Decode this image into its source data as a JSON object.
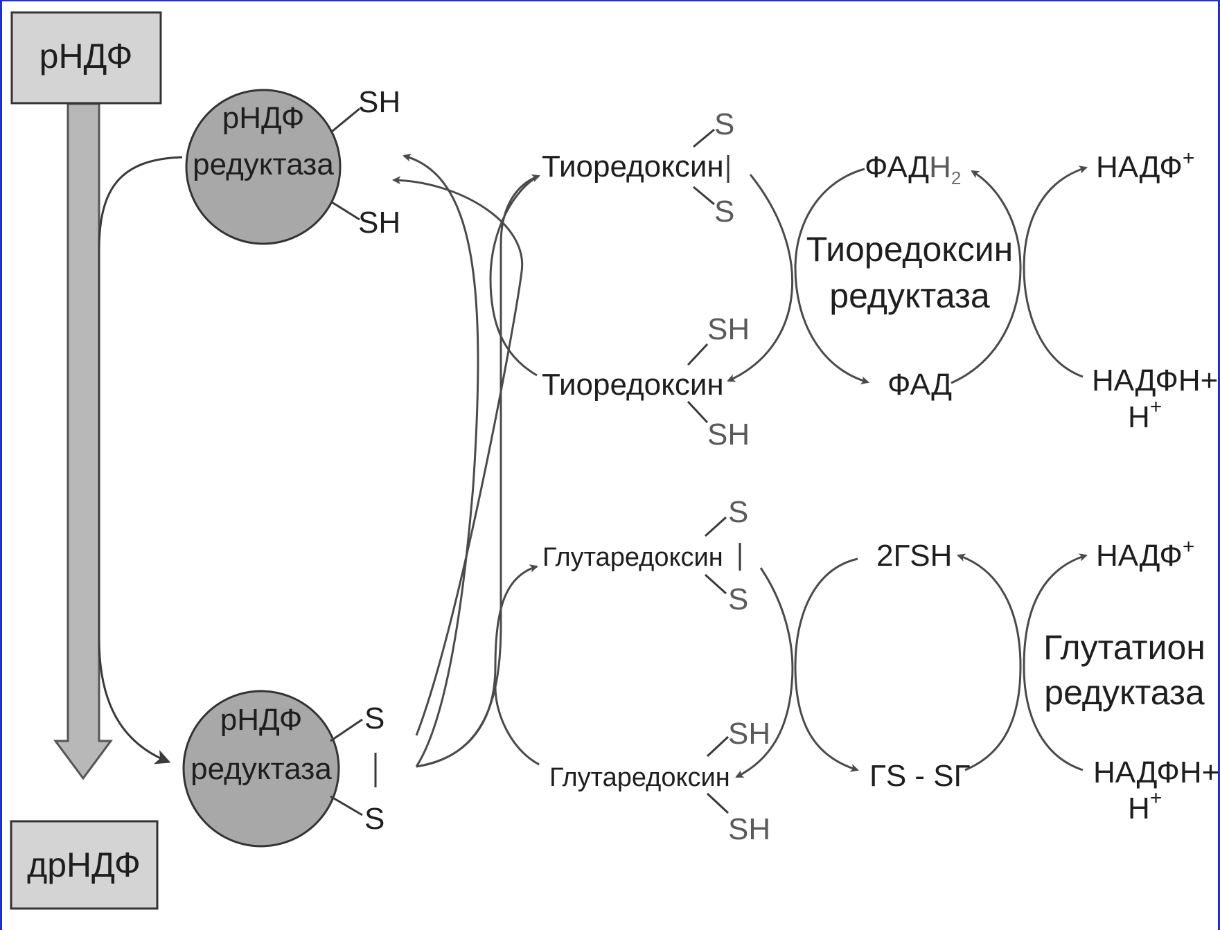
{
  "substrate_box": {
    "label": "рНДФ"
  },
  "product_box": {
    "label": "дрНДФ"
  },
  "enzyme_top": {
    "line1": "рНДФ",
    "line2": "редуктаза",
    "group_a": "SH",
    "group_b": "SH"
  },
  "enzyme_bottom": {
    "line1": "рНДФ",
    "line2": "редуктаза",
    "group_a": "S",
    "group_b": "S"
  },
  "thioredoxin_cycle": {
    "oxidized": {
      "label": "Тиоредоксин",
      "group_a": "S",
      "group_b": "S"
    },
    "reduced": {
      "label": "Тиоредоксин",
      "group_a": "SH",
      "group_b": "SH"
    },
    "enzyme": {
      "line1": "Тиоредоксин",
      "line2": "редуктаза"
    },
    "fadh2": {
      "main": "ФАД",
      "sub": "H",
      "sub2": "2"
    },
    "fad": "ФАД",
    "nadp": {
      "main": "НАДФ",
      "sup": "+"
    },
    "nadph": {
      "line1": "НАДФН+",
      "line2": "Н",
      "sup": "+"
    }
  },
  "glutaredoxin_cycle": {
    "oxidized": {
      "label": "Глутаредоксин",
      "group_a": "S",
      "group_b": "S"
    },
    "reduced": {
      "label": "Глутаредоксин",
      "group_a": "SH",
      "group_b": "SH"
    },
    "gsh": "2ГSH",
    "gssg": "ГS - SГ",
    "enzyme": {
      "line1": "Глутатион",
      "line2": "редуктаза"
    },
    "nadp": {
      "main": "НАДФ",
      "sup": "+"
    },
    "nadph": {
      "line1": "НАДФН+",
      "line2": "Н",
      "sup": "+"
    }
  },
  "colors": {
    "frame": "#1c2fd0",
    "box_fill": "#d4d4d4",
    "enzyme_fill": "#a8a8a8",
    "main_arrow_fill": "#b8b8b8",
    "line": "#4a4a4a",
    "text": "#1e1e1e"
  }
}
